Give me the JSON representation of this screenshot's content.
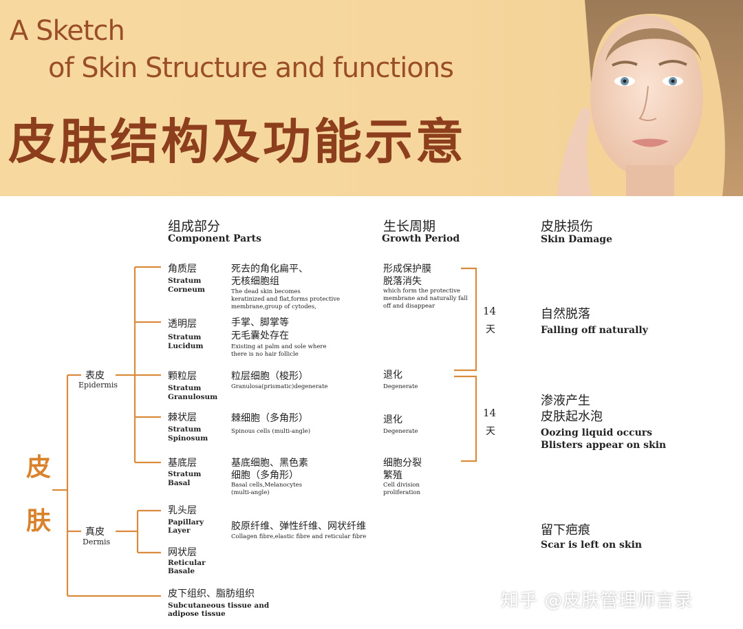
{
  "banner": {
    "title_en_line1": "A Sketch",
    "title_en_line2": "of Skin Structure and functions",
    "title_cn": "皮肤结构及功能示意"
  },
  "headers": {
    "component_cn": "组成部分",
    "component_en": "Component Parts",
    "growth_cn": "生长周期",
    "growth_en": "Growth Period",
    "damage_cn": "皮肤损伤",
    "damage_en": "Skin Damage"
  },
  "root": {
    "char1": "皮",
    "char2": "肤"
  },
  "branches": {
    "epidermis_cn": "表皮",
    "epidermis_en": "Epidermis",
    "dermis_cn": "真皮",
    "dermis_en": "Dermis"
  },
  "layers": {
    "corneum": {
      "cn": "角质层",
      "en1": "Stratum",
      "en2": "Corneum",
      "desc_cn1": "死去的角化扁平、",
      "desc_cn2": "无核细胞组",
      "desc_en1": "The dead skin becomes",
      "desc_en2": "keratinized and flat,forms protective",
      "desc_en3": "membrane,group of cytodes,",
      "growth_cn1": "形成保护膜",
      "growth_cn2": "脱落消失",
      "growth_en1": "which form the protective",
      "growth_en2": "membrane and naturally fall",
      "growth_en3": "off and disappear"
    },
    "lucidum": {
      "cn": "透明层",
      "en1": "Stratum",
      "en2": "Lucidum",
      "desc_cn1": "手掌、脚掌等",
      "desc_cn2": "无毛囊处存在",
      "desc_en1": "Existing at palm and sole where",
      "desc_en2": "there is no hair follicle"
    },
    "granulosum": {
      "cn": "颗粒层",
      "en1": "Stratum",
      "en2": "Granulosum",
      "desc_cn": "粒层细胞（梭形）",
      "desc_en": "Granulosa(prismatic)degenerate",
      "growth_cn": "退化",
      "growth_en": "Degenerate"
    },
    "spinosum": {
      "cn": "棘状层",
      "en1": "Stratum",
      "en2": "Spinosum",
      "desc_cn": "棘细胞（多角形）",
      "desc_en": "Spinous cells (multi-angle)",
      "growth_cn": "退化",
      "growth_en": "Degenerate"
    },
    "basal": {
      "cn": "基底层",
      "en1": "Stratum",
      "en2": "Basal",
      "desc_cn1": "基底细胞、黑色素",
      "desc_cn2": "细胞（多角形）",
      "desc_en1": "Basal cells,Melanocytes",
      "desc_en2": "(multi-angle)",
      "growth_cn1": "细胞分裂",
      "growth_cn2": "繁殖",
      "growth_en1": "Cell division",
      "growth_en2": "proliferation"
    },
    "papillary": {
      "cn": "乳头层",
      "en1": "Papillary",
      "en2": "Layer"
    },
    "reticular": {
      "cn": "网状层",
      "en1": "Reticular",
      "en2": "Basale"
    },
    "dermis_desc_cn": "胶原纤维、弹性纤维、网状纤维",
    "dermis_desc_en": "Collagen fibre,elastic fibre and reticular fibre",
    "subcutaneous": {
      "cn": "皮下组织、脂肪组织",
      "en1": "Subcutaneous tissue and",
      "en2": "adipose tissue"
    }
  },
  "periods": {
    "upper_num": "14",
    "upper_unit": "天",
    "lower_num": "14",
    "lower_unit": "天"
  },
  "damage": {
    "natural_cn": "自然脱落",
    "natural_en": "Falling off naturally",
    "ooze_cn1": "渗液产生",
    "ooze_cn2": "皮肤起水泡",
    "ooze_en1": "Oozing liquid occurs",
    "ooze_en2": "Blisters appear on skin",
    "scar_cn": "留下疤痕",
    "scar_en": "Scar is left on skin"
  },
  "watermark": "知乎 @皮肤管理师言录",
  "colors": {
    "accent": "#d9822b",
    "banner_bg": "#f6d69c",
    "title": "#8d3f1d",
    "line": "#d98a3a"
  }
}
